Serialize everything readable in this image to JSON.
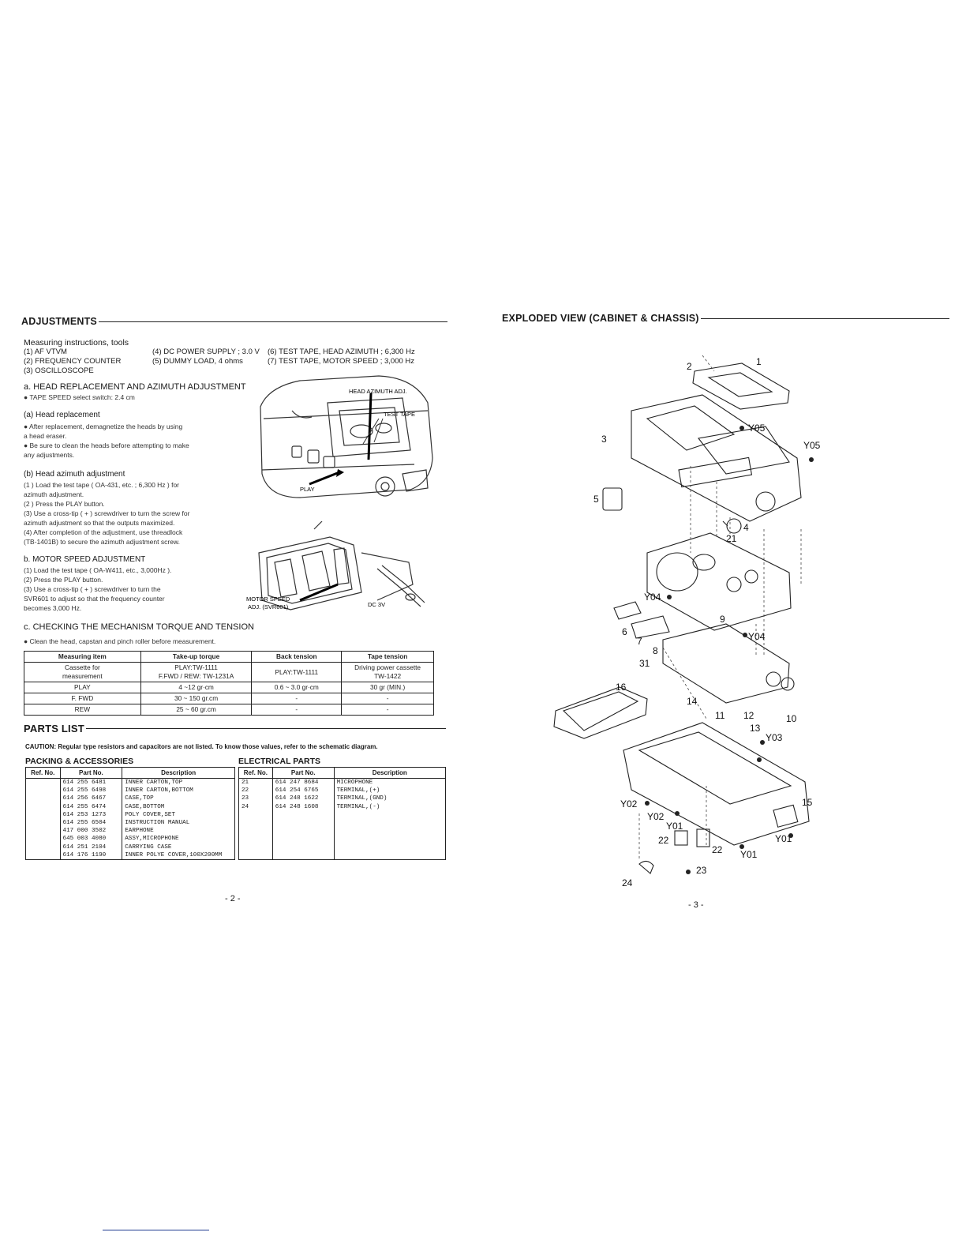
{
  "left_page": {
    "title": "ADJUSTMENTS",
    "measuring_heading": "Measuring instructions, tools",
    "tools_col1": [
      "(1)  AF VTVM",
      "(2)  FREQUENCY COUNTER",
      "(3)  OSCILLOSCOPE"
    ],
    "tools_col2": [
      "(4)  DC POWER SUPPLY ; 3.0 V",
      "(5)  DUMMY LOAD,  4 ohms"
    ],
    "tools_col3": [
      "(6)  TEST TAPE, HEAD AZIMUTH  ;  6,300 Hz",
      "(7)  TEST TAPE, MOTOR SPEED   ;  3,000 Hz"
    ],
    "section_a": {
      "heading": "a.  HEAD REPLACEMENT AND AZIMUTH ADJUSTMENT",
      "note": "●    TAPE SPEED select switch: 2.4 cm",
      "sub_a_title": "(a)   Head replacement",
      "sub_a_lines": [
        "●  After  replacement,  demagnetize the heads by using",
        "    a head eraser.",
        "●  Be sure to clean the heads before attempting to make",
        "    any adjustments."
      ],
      "sub_b_title": "(b)  Head azimuth adjustment",
      "sub_b_lines": [
        "(1 )  Load  the test tape ( OA-431, etc. ; 6,300 Hz ) for",
        "        azimuth adjustment.",
        "(2 )  Press the PLAY button.",
        "(3)   Use a cross-tip ( + )  screwdriver to turn the screw for",
        "        azimuth adjustment so that the outputs maximized.",
        "(4)   After completion of the adjustment, use threadlock",
        "        (TB-1401B) to  secure the azimuth adjustment screw."
      ],
      "fig_labels": {
        "head_azimuth": "HEAD AZIMUTH ADJ.",
        "test_tape": "TEST TAPE",
        "play": "PLAY"
      }
    },
    "section_b": {
      "heading": "b.  MOTOR  SPEED ADJUSTMENT",
      "lines": [
        "(1)   Load   the   test tape ( OA-W411, etc., 3,000Hz ).",
        "(2)   Press the PLAY button.",
        "(3)   Use a cross-tip ( + ) screwdriver to turn the",
        "        SVR601 to adjust so that the frequency counter",
        "        becomes 3,000 Hz."
      ],
      "fig_labels": {
        "motor_speed_1": "MOTOR SPEED",
        "motor_speed_2": "ADJ. (SVR601)",
        "dc": "DC 3V"
      }
    },
    "section_c": {
      "heading": "c.  CHECKING  THE  MECHANISM TORQUE  AND  TENSION",
      "note": "●   Clean the head, capstan and pinch roller before measurement.",
      "headers": [
        "Measuring  item",
        "Take-up  torque",
        "Back  tension",
        "Tape  tension"
      ],
      "row1": {
        "item_a": "Cassette  for",
        "item_b": "measurement",
        "takeup_a": "PLAY:TW-1111",
        "takeup_b": "F.FWD / REW: TW-1231A",
        "back": "PLAY:TW-1111",
        "tape_a": "Driving  power  cassette",
        "tape_b": "TW-1422"
      },
      "rows": [
        [
          "PLAY",
          "4  ~12 gr·cm",
          "0.6  ~  3.0 gr·cm",
          "30 gr (MIN.)"
        ],
        [
          "F. FWD",
          "30  ~  150 gr.cm",
          "-",
          "-"
        ],
        [
          "REW",
          "25  ~  60 gr.cm",
          "-",
          "-"
        ]
      ]
    },
    "parts": {
      "title": "PARTS  LIST",
      "caution": "CAUTION: Regular type resistors and capacitors are not listed.  To know those values, refer to the schematic diagram.",
      "packing_title": "PACKING & ACCESSORIES",
      "electrical_title": "ELECTRICAL PARTS",
      "headers": [
        "Ref. No.",
        "Part No.",
        "Description"
      ],
      "packing_rows": [
        [
          "",
          "614 255 6481",
          "INNER CARTON,TOP"
        ],
        [
          "",
          "614 255 6498",
          "INNER CARTON,BOTTOM"
        ],
        [
          "",
          "614 256 6467",
          "CASE,TOP"
        ],
        [
          "",
          "614 255 6474",
          "CASE,BOTTOM"
        ],
        [
          "",
          "614 253 1273",
          "POLY COVER,SET"
        ],
        [
          "",
          "614 255 6504",
          "INSTRUCTION MANUAL"
        ],
        [
          "",
          "417 000 3502",
          "EARPHONE"
        ],
        [
          "",
          "645 003 4080",
          "ASSY,MICROPHONE"
        ],
        [
          "",
          "614 251 2104",
          "CARRYING CASE"
        ],
        [
          "",
          "614 176 1190",
          "INNER POLYE COVER,100X200MM"
        ]
      ],
      "electrical_rows": [
        [
          "21",
          "614 247 8684",
          "MICROPHONE"
        ],
        [
          "22",
          "614 254 6765",
          "TERMINAL,(+)"
        ],
        [
          "23",
          "614 248 1622",
          "TERMINAL,(GND)"
        ],
        [
          "24",
          "614 248 1608",
          "TERMINAL,(-)"
        ]
      ]
    },
    "page_number": "- 2 -"
  },
  "right_page": {
    "title": "EXPLODED VIEW (CABINET & CHASSIS)",
    "callouts": [
      "1",
      "2",
      "3",
      "Y05",
      "Y05",
      "5",
      "4",
      "21",
      "Y04",
      "9",
      "Y04",
      "6",
      "7",
      "8",
      "31",
      "16",
      "14",
      "11",
      "12",
      "10",
      "13",
      "Y03",
      "15",
      "Y02",
      "Y02",
      "Y01",
      "22",
      "22",
      "Y01",
      "Y01",
      "23",
      "24"
    ],
    "page_number": "- 3 -"
  }
}
